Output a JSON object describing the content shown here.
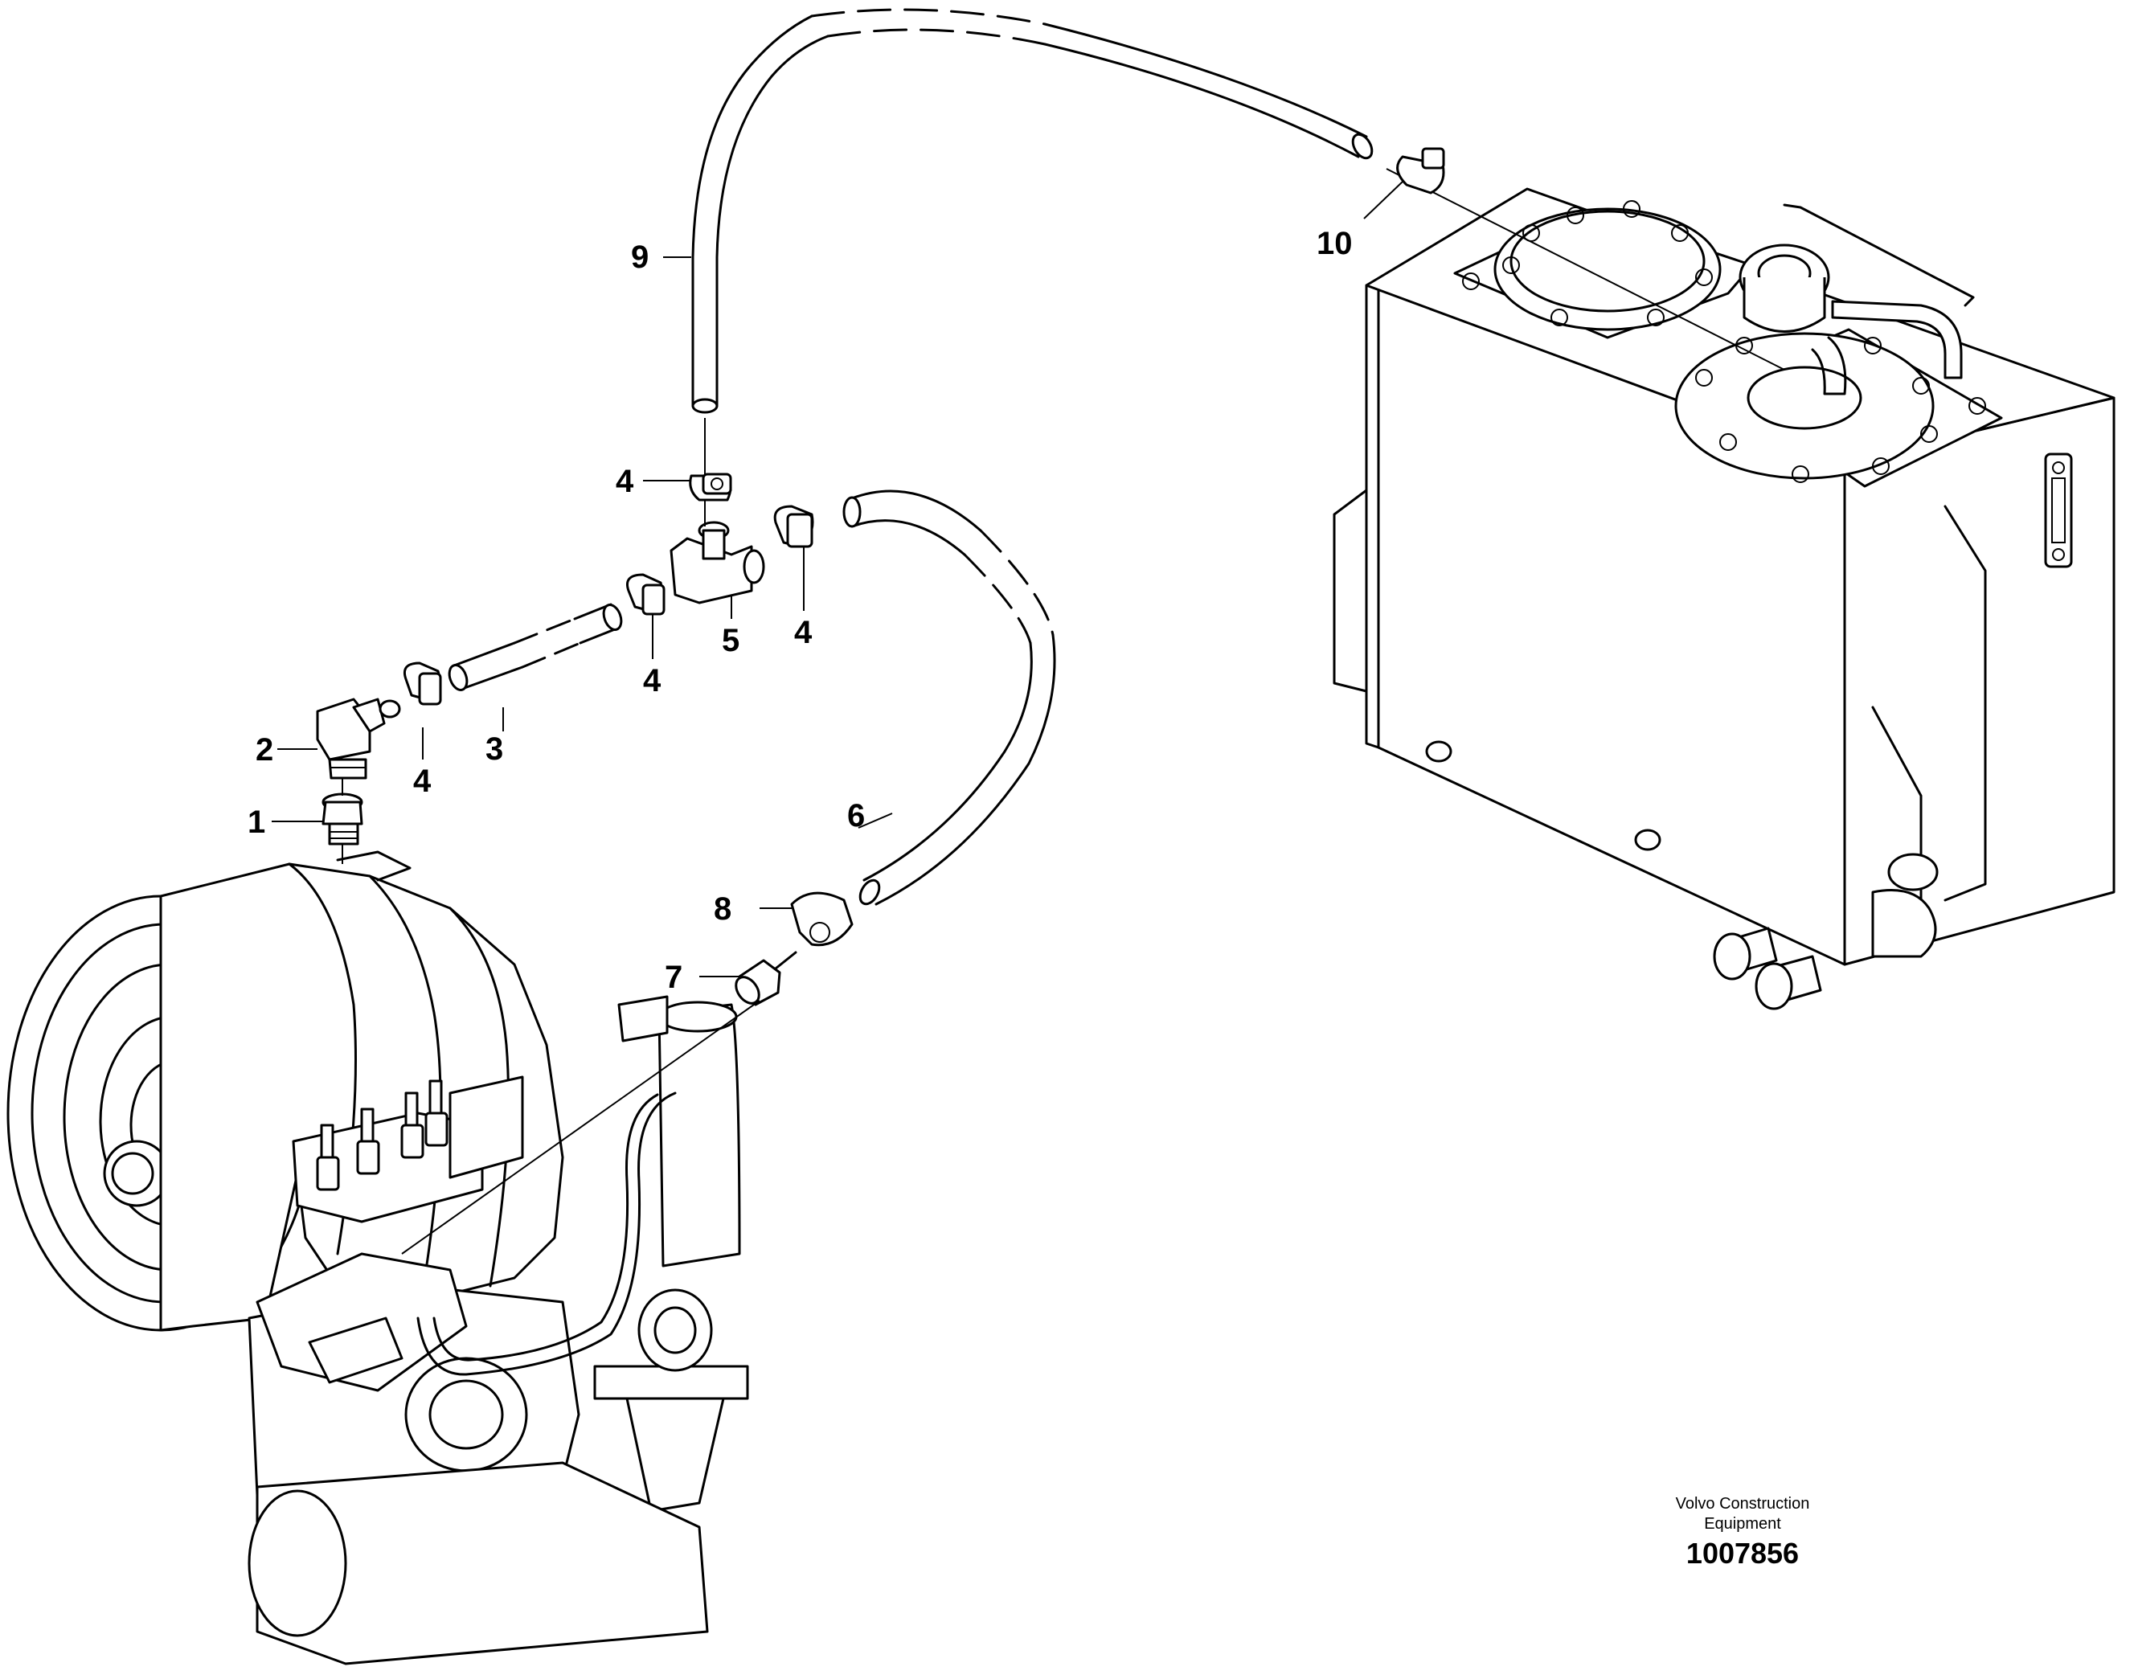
{
  "callouts": {
    "c1": "1",
    "c2": "2",
    "c3": "3",
    "c4a": "4",
    "c4b": "4",
    "c4c": "4",
    "c4d": "4",
    "c5": "5",
    "c6": "6",
    "c7": "7",
    "c8": "8",
    "c9": "9",
    "c10": "10"
  },
  "credit": {
    "line1": "Volvo Construction",
    "line2": "Equipment",
    "doc_number": "1007856"
  }
}
